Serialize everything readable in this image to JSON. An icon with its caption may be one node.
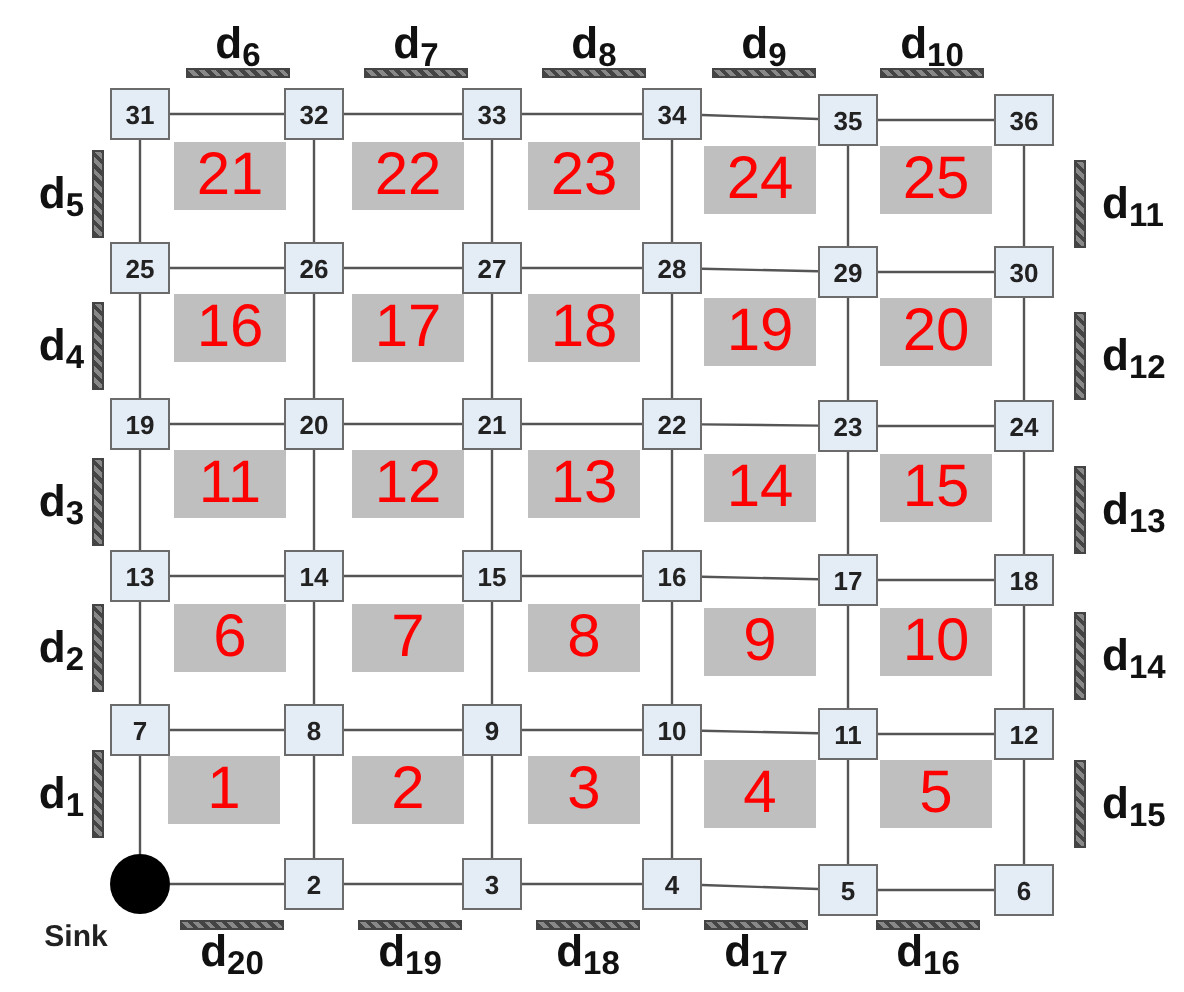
{
  "diagram": {
    "nodes": [
      {
        "text": [
          "31"
        ]
      },
      {
        "text": [
          "32"
        ]
      },
      {
        "text": [
          "33"
        ]
      },
      {
        "text": [
          "34"
        ]
      },
      {
        "text": [
          "35"
        ]
      },
      {
        "text": [
          "36"
        ]
      },
      {
        "text": [
          "25"
        ]
      },
      {
        "text": [
          "26"
        ]
      },
      {
        "text": [
          "27"
        ]
      },
      {
        "text": [
          "28"
        ]
      },
      {
        "text": [
          "29"
        ]
      },
      {
        "text": [
          "30"
        ]
      },
      {
        "text": [
          "19"
        ]
      },
      {
        "text": [
          "20"
        ]
      },
      {
        "text": [
          "21"
        ]
      },
      {
        "text": [
          "22"
        ]
      },
      {
        "text": [
          "23"
        ]
      },
      {
        "text": [
          "24"
        ]
      },
      {
        "text": [
          "13"
        ]
      },
      {
        "text": [
          "14"
        ]
      },
      {
        "text": [
          "15"
        ]
      },
      {
        "text": [
          "16"
        ]
      },
      {
        "text": [
          "17"
        ]
      },
      {
        "text": [
          "18"
        ]
      },
      {
        "text": [
          "7"
        ]
      },
      {
        "text": [
          "8"
        ]
      },
      {
        "text": [
          "9"
        ]
      },
      {
        "text": [
          "10"
        ]
      },
      {
        "text": [
          "11"
        ]
      },
      {
        "text": [
          "12"
        ]
      },
      {
        "text": [],
        "shape": "circle",
        "beside": [
          "Sink"
        ]
      },
      {
        "text": [
          "2"
        ]
      },
      {
        "text": [
          "3"
        ]
      },
      {
        "text": [
          "4"
        ]
      },
      {
        "text": [
          "5"
        ]
      },
      {
        "text": [
          "6"
        ]
      },
      {
        "text": [
          "21"
        ]
      },
      {
        "text": [
          "22"
        ]
      },
      {
        "text": [
          "23"
        ]
      },
      {
        "text": [
          "24"
        ]
      },
      {
        "text": [
          "25"
        ]
      },
      {
        "text": [
          "16"
        ]
      },
      {
        "text": [
          "17"
        ]
      },
      {
        "text": [
          "18"
        ]
      },
      {
        "text": [
          "19"
        ]
      },
      {
        "text": [
          "20"
        ]
      },
      {
        "text": [
          "11"
        ]
      },
      {
        "text": [
          "12"
        ]
      },
      {
        "text": [
          "13"
        ]
      },
      {
        "text": [
          "14"
        ]
      },
      {
        "text": [
          "15"
        ]
      },
      {
        "text": [
          "6"
        ]
      },
      {
        "text": [
          "7"
        ]
      },
      {
        "text": [
          "8"
        ]
      },
      {
        "text": [
          "9"
        ]
      },
      {
        "text": [
          "10"
        ]
      },
      {
        "text": [
          "1"
        ]
      },
      {
        "text": [
          "2"
        ]
      },
      {
        "text": [
          "3"
        ]
      },
      {
        "text": [
          "4"
        ]
      },
      {
        "text": [
          "5"
        ]
      }
    ],
    "edges": [
      {
        "from": 0,
        "to": 1,
        "arrow": "none"
      },
      {
        "from": 1,
        "to": 2,
        "arrow": "none"
      },
      {
        "from": 2,
        "to": 3,
        "arrow": "none"
      },
      {
        "from": 3,
        "to": 4,
        "arrow": "none"
      },
      {
        "from": 4,
        "to": 5,
        "arrow": "none"
      },
      {
        "from": 6,
        "to": 7,
        "arrow": "none"
      },
      {
        "from": 7,
        "to": 8,
        "arrow": "none"
      },
      {
        "from": 8,
        "to": 9,
        "arrow": "none"
      },
      {
        "from": 9,
        "to": 10,
        "arrow": "none"
      },
      {
        "from": 10,
        "to": 11,
        "arrow": "none"
      },
      {
        "from": 12,
        "to": 13,
        "arrow": "none"
      },
      {
        "from": 13,
        "to": 14,
        "arrow": "none"
      },
      {
        "from": 14,
        "to": 15,
        "arrow": "none"
      },
      {
        "from": 15,
        "to": 16,
        "arrow": "none"
      },
      {
        "from": 16,
        "to": 17,
        "arrow": "none"
      },
      {
        "from": 18,
        "to": 19,
        "arrow": "none"
      },
      {
        "from": 19,
        "to": 20,
        "arrow": "none"
      },
      {
        "from": 20,
        "to": 21,
        "arrow": "none"
      },
      {
        "from": 21,
        "to": 22,
        "arrow": "none"
      },
      {
        "from": 22,
        "to": 23,
        "arrow": "none"
      },
      {
        "from": 24,
        "to": 25,
        "arrow": "none"
      },
      {
        "from": 25,
        "to": 26,
        "arrow": "none"
      },
      {
        "from": 26,
        "to": 27,
        "arrow": "none"
      },
      {
        "from": 27,
        "to": 28,
        "arrow": "none"
      },
      {
        "from": 28,
        "to": 29,
        "arrow": "none"
      },
      {
        "from": 30,
        "to": 31,
        "arrow": "none"
      },
      {
        "from": 31,
        "to": 32,
        "arrow": "none"
      },
      {
        "from": 32,
        "to": 33,
        "arrow": "none"
      },
      {
        "from": 33,
        "to": 34,
        "arrow": "none"
      },
      {
        "from": 34,
        "to": 35,
        "arrow": "none"
      },
      {
        "from": 0,
        "to": 6,
        "arrow": "none"
      },
      {
        "from": 6,
        "to": 12,
        "arrow": "none"
      },
      {
        "from": 12,
        "to": 18,
        "arrow": "none"
      },
      {
        "from": 18,
        "to": 24,
        "arrow": "none"
      },
      {
        "from": 24,
        "to": 30,
        "arrow": "none"
      },
      {
        "from": 1,
        "to": 7,
        "arrow": "none"
      },
      {
        "from": 7,
        "to": 13,
        "arrow": "none"
      },
      {
        "from": 13,
        "to": 19,
        "arrow": "none"
      },
      {
        "from": 19,
        "to": 25,
        "arrow": "none"
      },
      {
        "from": 25,
        "to": 31,
        "arrow": "none"
      },
      {
        "from": 2,
        "to": 8,
        "arrow": "none"
      },
      {
        "from": 8,
        "to": 14,
        "arrow": "none"
      },
      {
        "from": 14,
        "to": 20,
        "arrow": "none"
      },
      {
        "from": 20,
        "to": 26,
        "arrow": "none"
      },
      {
        "from": 26,
        "to": 32,
        "arrow": "none"
      },
      {
        "from": 3,
        "to": 9,
        "arrow": "none"
      },
      {
        "from": 9,
        "to": 15,
        "arrow": "none"
      },
      {
        "from": 15,
        "to": 21,
        "arrow": "none"
      },
      {
        "from": 21,
        "to": 27,
        "arrow": "none"
      },
      {
        "from": 27,
        "to": 33,
        "arrow": "none"
      },
      {
        "from": 4,
        "to": 10,
        "arrow": "none"
      },
      {
        "from": 10,
        "to": 16,
        "arrow": "none"
      },
      {
        "from": 16,
        "to": 22,
        "arrow": "none"
      },
      {
        "from": 22,
        "to": 28,
        "arrow": "none"
      },
      {
        "from": 28,
        "to": 34,
        "arrow": "none"
      },
      {
        "from": 5,
        "to": 11,
        "arrow": "none"
      },
      {
        "from": 11,
        "to": 17,
        "arrow": "none"
      },
      {
        "from": 17,
        "to": 23,
        "arrow": "none"
      },
      {
        "from": 23,
        "to": 29,
        "arrow": "none"
      },
      {
        "from": 29,
        "to": 35,
        "arrow": "none"
      }
    ],
    "labels": [
      "d$_{1}$",
      "d$_{2}$",
      "d$_{3}$",
      "d$_{4}$",
      "d$_{5}$",
      "d$_{6}$",
      "d$_{7}$",
      "d$_{8}$",
      "d$_{9}$",
      "d$_{10}$",
      "d$_{11}$",
      "d$_{12}$",
      "d$_{13}$",
      "d$_{14}$",
      "d$_{15}$",
      "d$_{16}$",
      "d$_{17}$",
      "d$_{18}$",
      "d$_{19}$",
      "d$_{20}$"
    ]
  }
}
